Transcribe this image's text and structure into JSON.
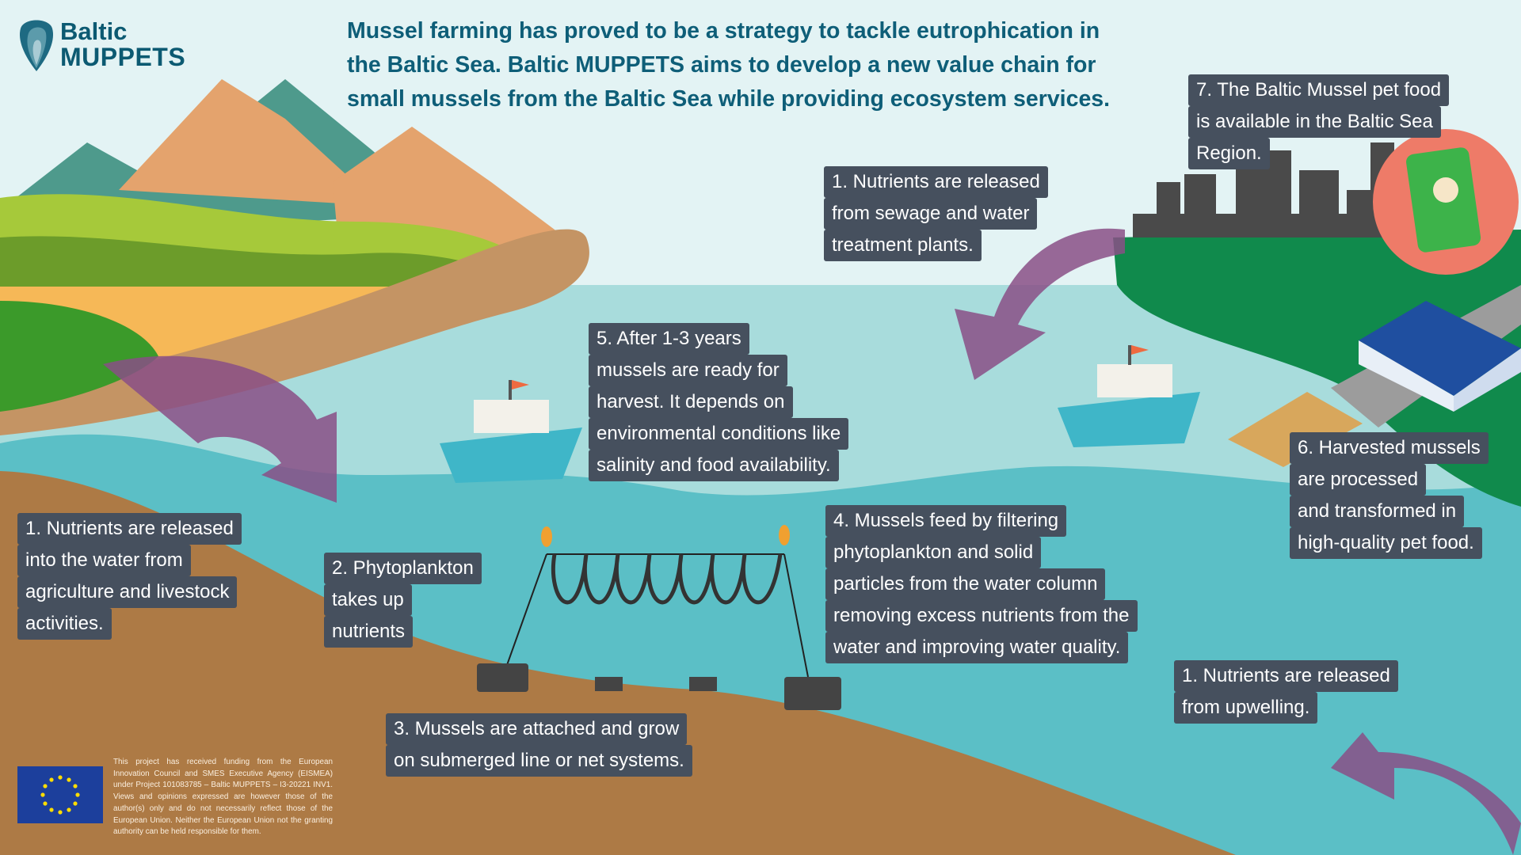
{
  "logo": {
    "line1": "Baltic",
    "line2": "MUPPETS"
  },
  "headline": "Mussel farming has proved to be a strategy to tackle eutrophication in the Baltic Sea. Baltic MUPPETS aims to develop a new value chain for small mussels from the Baltic Sea while providing ecosystem services.",
  "steps": {
    "pet_food": [
      "7. The Baltic Mussel pet food",
      "is available in the Baltic Sea",
      "Region."
    ],
    "sewage": [
      "1. Nutrients are released",
      "from sewage and water",
      "treatment plants."
    ],
    "harvest": [
      "5. After 1-3 years",
      "mussels are ready for",
      "harvest. It depends on",
      "environmental conditions like",
      "salinity and food availability."
    ],
    "processed": [
      "6. Harvested mussels",
      "are processed",
      " and transformed in",
      "high-quality pet food."
    ],
    "agriculture": [
      "1. Nutrients are released",
      "into the water from",
      "agriculture and livestock",
      "activities."
    ],
    "phytoplankton": [
      "2. Phytoplankton",
      "takes up",
      "nutrients"
    ],
    "filtering": [
      "4. Mussels feed by filtering",
      "phytoplankton and solid",
      "particles from the water column",
      "removing excess nutrients from the",
      "water and improving water quality."
    ],
    "upwelling": [
      "1. Nutrients are released",
      "from upwelling."
    ],
    "attached": [
      "3. Mussels are attached and grow",
      "on submerged line or net systems."
    ]
  },
  "funding_text": "This project has received funding from the European Innovation Council and SMES Executive Agency (EISMEA) under Project 101083785 – Baltic MUPPETS – I3-20221 INV1. Views and opinions expressed are however those of the author(s) only and do not necessarily reflect those of the European Union. Neither the European Union not the granting authority can be held responsible for them.",
  "colors": {
    "sky": "#e3f3f4",
    "water_light": "#a8dcdc",
    "water_deep": "#5bbfc6",
    "ground": "#ad7a45",
    "box": "#46505e",
    "headline": "#0e5e78",
    "arrow": "#8a4f86"
  }
}
